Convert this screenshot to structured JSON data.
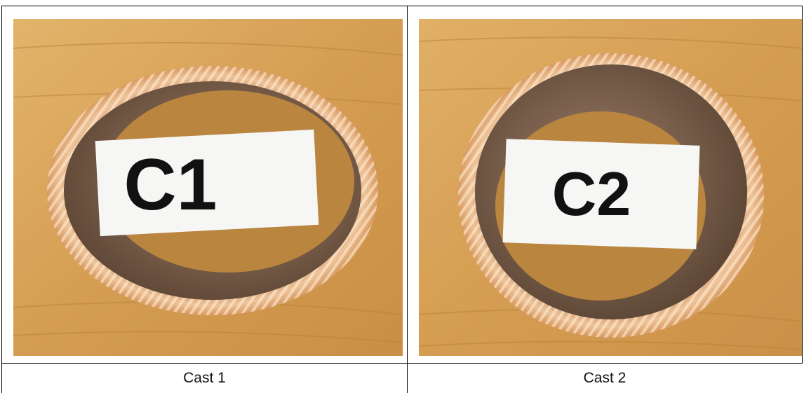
{
  "photos": [
    {
      "marker_text": "C1",
      "caption": "Cast 1"
    },
    {
      "marker_text": "C2",
      "caption": "Cast 2"
    }
  ],
  "colors": {
    "wood": "#d9a55a",
    "wood_grain": "#b98338",
    "ring_outer": "#e9b889",
    "ring_inner": "#8a6a52",
    "paper": "#f6f6f4",
    "ink": "#111111"
  }
}
